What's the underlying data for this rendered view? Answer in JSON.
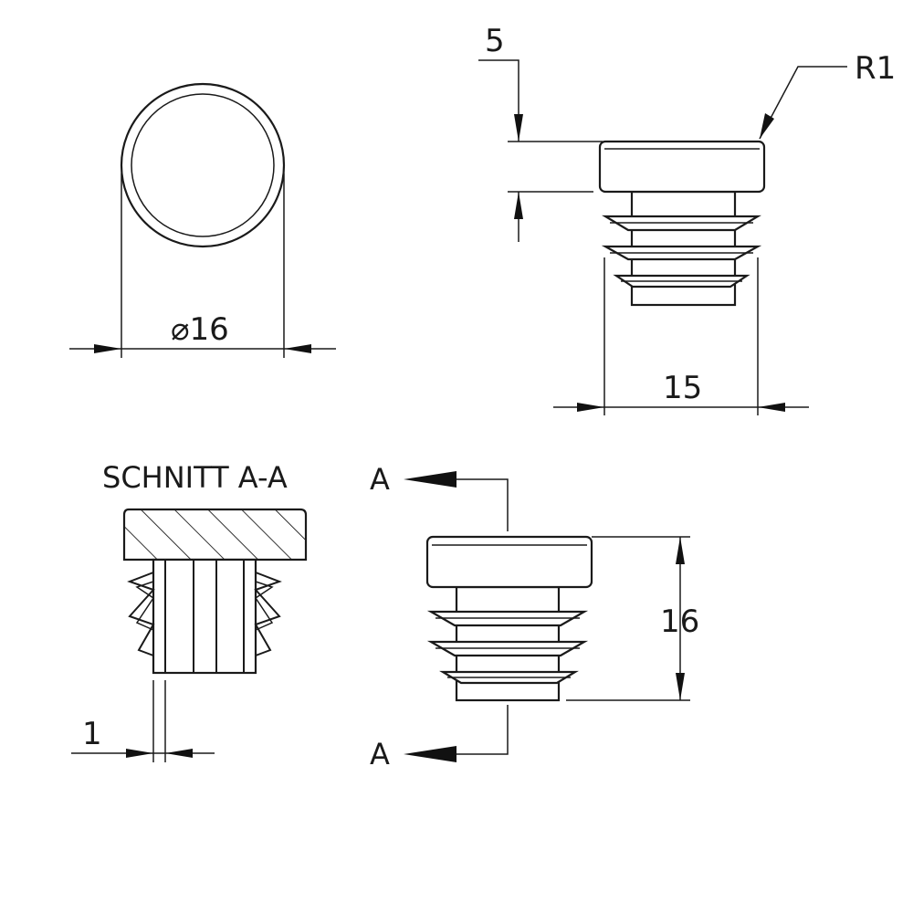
{
  "views": {
    "top": {
      "diameter_label": "⌀16"
    },
    "side": {
      "height_label": "5",
      "width_label": "15",
      "radius_label": "R1"
    },
    "section": {
      "title": "SCHNITT A-A",
      "wall_label": "1"
    },
    "front": {
      "height_label": "16",
      "cut_top_label": "A",
      "cut_bottom_label": "A"
    }
  },
  "colors": {
    "line": "#1a1a1a",
    "background": "#ffffff"
  }
}
